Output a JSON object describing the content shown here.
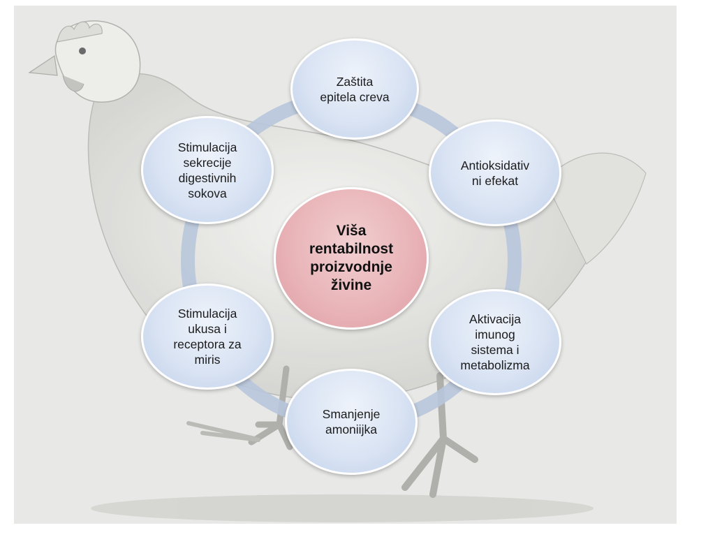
{
  "diagram": {
    "center": {
      "label": "Viša\nrentabilnost\nproizvodnje\nživine"
    },
    "nodes": [
      {
        "id": "top",
        "label": "Zaštita\nepitela creva"
      },
      {
        "id": "upper-right",
        "label": "Antioksidativ\nni efekat"
      },
      {
        "id": "lower-right",
        "label": "Aktivacija\nimunog\nsistema i\nmetabolizma"
      },
      {
        "id": "bottom",
        "label": "Smanjenje\namoniijka"
      },
      {
        "id": "lower-left",
        "label": "Stimulacija\nukusa i\nreceptora za\nmiris"
      },
      {
        "id": "upper-left",
        "label": "Stimulacija\nsekrecije\ndigestivnih\nsokova"
      }
    ],
    "colors": {
      "background": "#e8e8e6",
      "ring": "#b8c6dc",
      "outer_fill": "#d9e3f3",
      "center_fill": "#e8b2b6",
      "illustration": "#b4b4b0"
    },
    "background_illustration": "chicken-illustration"
  }
}
